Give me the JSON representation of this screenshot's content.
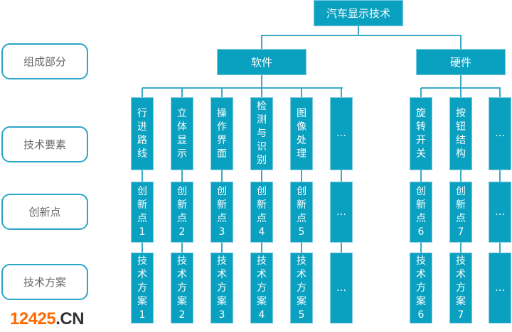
{
  "root": "汽车显示技术",
  "labels": [
    "组成部分",
    "技术要素",
    "创新点",
    "技术方案"
  ],
  "software": "软件",
  "hardware": "硬件",
  "columns": [
    {
      "group": "software",
      "element": "行进路线",
      "innovation": "创新点1",
      "solution": "技术方案1"
    },
    {
      "group": "software",
      "element": "立体显示",
      "innovation": "创新点2",
      "solution": "技术方案2"
    },
    {
      "group": "software",
      "element": "操作界面",
      "innovation": "创新点3",
      "solution": "技术方案3"
    },
    {
      "group": "software",
      "element": "检测与识别",
      "innovation": "创新点4",
      "solution": "技术方案4"
    },
    {
      "group": "software",
      "element": "图像处理",
      "innovation": "创新点5",
      "solution": "技术方案5"
    },
    {
      "group": "software",
      "element": "…",
      "innovation": "…",
      "solution": "…"
    },
    {
      "group": "hardware",
      "element": "旋转开关",
      "innovation": "创新点6",
      "solution": "技术方案6"
    },
    {
      "group": "hardware",
      "element": "按钮结构",
      "innovation": "创新点7",
      "solution": "技术方案7"
    },
    {
      "group": "hardware",
      "element": "…",
      "innovation": "…",
      "solution": "…"
    }
  ],
  "watermark": {
    "number": "12425",
    "suffix": ".CN"
  },
  "colors": {
    "box": "#0aa0c0",
    "label_border": "#2aa6c6"
  }
}
